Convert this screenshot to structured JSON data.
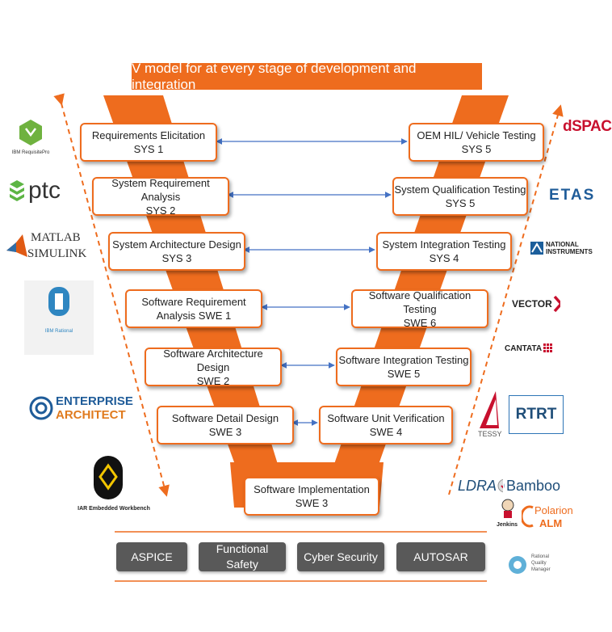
{
  "title": "V model for at every stage of development and integration",
  "left_stages": [
    {
      "line1": "Requirements Elicitation",
      "line2": "SYS 1"
    },
    {
      "line1": "System Requirement Analysis",
      "line2": "SYS 2"
    },
    {
      "line1": "System Architecture Design",
      "line2": "SYS 3"
    },
    {
      "line1": "Software Requirement",
      "line2": "Analysis SWE 1"
    },
    {
      "line1": "Software Architecture Design",
      "line2": "SWE 2"
    },
    {
      "line1": "Software Detail Design",
      "line2": "SWE 3"
    }
  ],
  "right_stages": [
    {
      "line1": "OEM HIL/ Vehicle Testing",
      "line2": "SYS 5"
    },
    {
      "line1": "System  Qualification Testing",
      "line2": "SYS 5"
    },
    {
      "line1": "System Integration Testing",
      "line2": "SYS 4"
    },
    {
      "line1": "Software Qualification Testing",
      "line2": "SWE 6"
    },
    {
      "line1": "Software Integration Testing",
      "line2": "SWE 5"
    },
    {
      "line1": "Software Unit Verification",
      "line2": "SWE 4"
    }
  ],
  "bottom_stage": {
    "line1": "Software Implementation",
    "line2": "SWE 3"
  },
  "standards": [
    {
      "line1": "ASPICE",
      "line2": ""
    },
    {
      "line1": "Functional",
      "line2": "Safety"
    },
    {
      "line1": "Cyber Security",
      "line2": ""
    },
    {
      "line1": "AUTOSAR",
      "line2": ""
    }
  ],
  "left_logos": {
    "ibm_requisitepro": "IBM RequisitePro",
    "ptc": "ptc",
    "matlab": "MATLAB",
    "simulink": "SIMULINK",
    "ibm_rational": "IBM Rational",
    "enterprise": "ENTERPRISE",
    "architect": "ARCHITECT",
    "iar": "IAR Embedded Workbench"
  },
  "right_logos": {
    "dspace": "dSPACE",
    "etas": "ETAS",
    "ni_1": "NATIONAL",
    "ni_2": "INSTRUMENTS",
    "vector": "VECTOR",
    "cantata": "CANTATA",
    "tessy": "TESSY",
    "rtrt": "RTRT",
    "ldra": "LDRA",
    "bamboo": "Bamboo",
    "jenkins": "Jenkins",
    "polarion_1": "Polarion",
    "polarion_2": "ALM",
    "rqm_1": "Rational",
    "rqm_2": "Quality",
    "rqm_3": "Manager"
  },
  "colors": {
    "accent": "#EE6C1E",
    "connector": "#4472C4",
    "standard_fill": "#595959"
  }
}
